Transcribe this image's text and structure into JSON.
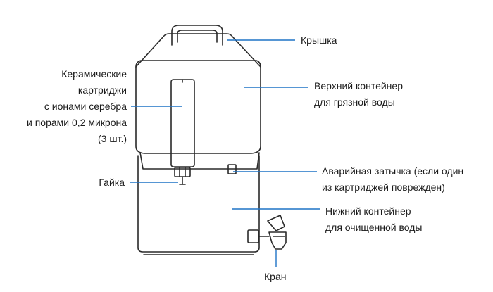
{
  "labels": {
    "lid": "Крышка",
    "cartridges": [
      "Керамические",
      "картриджи",
      "с ионами серебра",
      "и порами 0,2 микрона",
      "(3 шт.)"
    ],
    "upper_container": [
      "Верхний контейнер",
      "для грязной воды"
    ],
    "nut": "Гайка",
    "plug": [
      "Аварийная затычка (если один",
      "из картриджей поврежден)"
    ],
    "lower_container": [
      "Нижний контейнер",
      "для очищенной воды"
    ],
    "tap": "Кран"
  },
  "colors": {
    "outline": "#2a2a2a",
    "leader": "#1f73c6",
    "text": "#1a1a1a"
  }
}
